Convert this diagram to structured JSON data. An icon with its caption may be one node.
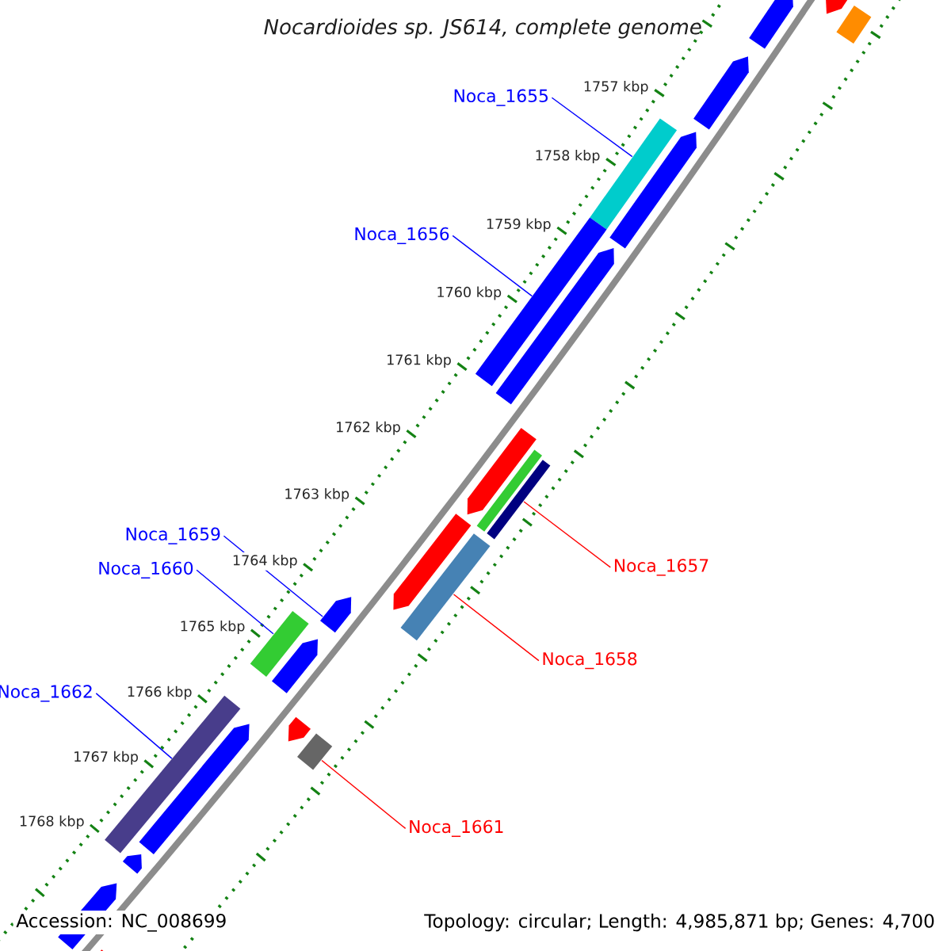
{
  "diagram": {
    "title": "Nocardioides sp. JS614, complete genome",
    "nodes": [
      {
        "text": [
          "Noca_1655"
        ]
      },
      {
        "text": [
          "Noca_1656"
        ]
      },
      {
        "text": [
          "Noca_1659"
        ]
      },
      {
        "text": [
          "Noca_1657"
        ]
      },
      {
        "text": [
          "Noca_1660"
        ]
      },
      {
        "text": [
          "Noca_1658"
        ]
      },
      {
        "text": [
          "Noca_1662"
        ]
      },
      {
        "text": [
          "Noca_1661"
        ]
      },
      {
        "text": [],
        "shape": "bar"
      },
      {
        "text": [],
        "shape": "bar"
      },
      {
        "text": [],
        "shape": "bar"
      },
      {
        "text": [],
        "shape": "bar"
      },
      {
        "text": [],
        "shape": "bar"
      },
      {
        "text": [],
        "shape": "bar"
      },
      {
        "text": [],
        "shape": "bar"
      },
      {
        "text": [],
        "shape": "bar"
      },
      {
        "text": [],
        "shape": "bar"
      },
      {
        "text": [],
        "shape": "bar"
      },
      {
        "text": [],
        "shape": "bar"
      },
      {
        "text": [],
        "shape": "bar"
      },
      {
        "text": [],
        "shape": "bar"
      },
      {
        "text": [],
        "shape": "bar"
      },
      {
        "text": [],
        "shape": "bar"
      },
      {
        "text": [],
        "shape": "bar"
      },
      {
        "text": [],
        "shape": "bar"
      },
      {
        "text": [],
        "shape": "bar"
      },
      {
        "text": [],
        "shape": "bar"
      },
      {
        "text": [],
        "shape": "bar"
      },
      {
        "text": [],
        "shape": "bar"
      },
      {
        "text": [],
        "shape": "bar"
      },
      {
        "text": [],
        "shape": "bar"
      }
    ],
    "edges": [
      {
        "from": 0,
        "to": 12,
        "arrow": "none"
      },
      {
        "from": 1,
        "to": 14,
        "arrow": "none"
      },
      {
        "from": 2,
        "to": 21,
        "arrow": "none"
      },
      {
        "from": 3,
        "to": 18,
        "arrow": "none",
        "color": "#ff0000"
      },
      {
        "from": 4,
        "to": 22,
        "arrow": "none"
      },
      {
        "from": 5,
        "to": 20,
        "arrow": "none",
        "color": "#ff0000"
      },
      {
        "from": 6,
        "to": 24,
        "arrow": "none"
      },
      {
        "from": 7,
        "to": 27,
        "arrow": "none",
        "color": "#ff0000"
      }
    ],
    "labels": [
      "1757 kbp",
      "1758 kbp",
      "1759 kbp",
      "1760 kbp",
      "1761 kbp",
      "1762 kbp",
      "1763 kbp",
      "1764 kbp",
      "1765 kbp",
      "1766 kbp",
      "1767 kbp",
      "1768 kbp",
      "Accession: NC_008699",
      "Topology: circular; Length: 4,985,871 bp; Genes: 4,700"
    ]
  }
}
